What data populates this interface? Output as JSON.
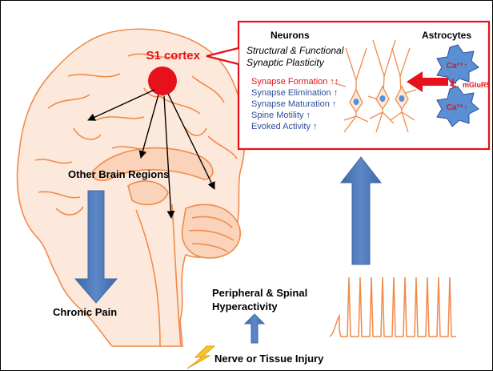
{
  "labels": {
    "s1_cortex": "S1 cortex",
    "other_regions": "Other Brain Regions",
    "chronic_pain": "Chronic Pain",
    "peripheral_line1": "Peripheral & Spinal",
    "peripheral_line2": "Hyperactivity",
    "injury": "Nerve or Tissue Injury"
  },
  "inset": {
    "neurons_title": "Neurons",
    "astrocytes_title": "Astrocytes",
    "plasticity_line1": "Structural & Functional",
    "plasticity_line2": "Synaptic Plasticity",
    "items": [
      {
        "text": "Synapse Formation ↑↑",
        "color": "#e8101a"
      },
      {
        "text": "Synapse Elimination ↑",
        "color": "#2e4f9b"
      },
      {
        "text": "Synapse Maturation ↑",
        "color": "#2e4f9b"
      },
      {
        "text": "Spine Motility ↑",
        "color": "#2e4f9b"
      },
      {
        "text": "Evoked Activity ↑",
        "color": "#2e4f9b"
      }
    ],
    "ca_label": "Ca²⁺↑",
    "receptor_label": "mGluR5"
  },
  "colors": {
    "brain_line": "#f08a4b",
    "brain_fill": "#fde9dc",
    "red": "#e8101a",
    "blue_arrow": "#4a77b8",
    "neuron": "#f08a4b",
    "astro": "#5b8fd4"
  }
}
